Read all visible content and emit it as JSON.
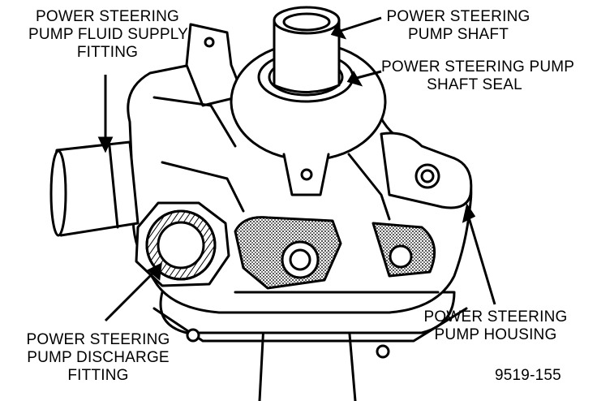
{
  "labels": {
    "fluid_supply_fitting": [
      "POWER STEERING",
      "PUMP FLUID SUPPLY",
      "FITTING"
    ],
    "pump_shaft": [
      "POWER STEERING",
      "PUMP SHAFT"
    ],
    "shaft_seal": [
      "POWER STEERING PUMP",
      "SHAFT SEAL"
    ],
    "pump_housing": [
      "POWER STEERING",
      "PUMP HOUSING"
    ],
    "discharge_fitting": [
      "POWER STEERING",
      "PUMP DISCHARGE",
      "FITTING"
    ]
  },
  "figure_id": "9519-155",
  "colors": {
    "ink": "#000000",
    "paper": "#ffffff",
    "gasket": "#8a8a8a"
  }
}
